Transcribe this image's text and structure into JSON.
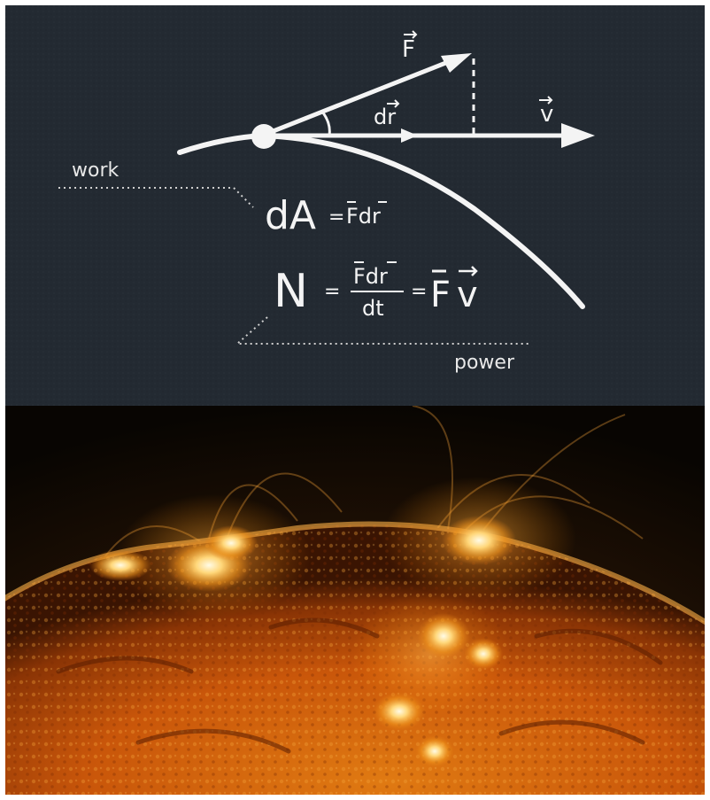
{
  "diagram": {
    "vector_f": "F",
    "vector_dr": "dr",
    "vector_v": "v",
    "work_label": "work",
    "power_label": "power",
    "work_formula": {
      "lhs": "dA",
      "eq": "=",
      "rhs": "Fdr"
    },
    "power_formula": {
      "lhs": "N",
      "eq1": "=",
      "numerator": "Fdr",
      "denominator": "dt",
      "eq2": "=",
      "result_f": "F",
      "result_v": "v"
    }
  },
  "colors": {
    "board": "#232a32",
    "chalk": "#f4f4f4",
    "frame": "#ffffff",
    "sun_core": "#d96a0c",
    "sun_glow": "#fff4c8"
  }
}
